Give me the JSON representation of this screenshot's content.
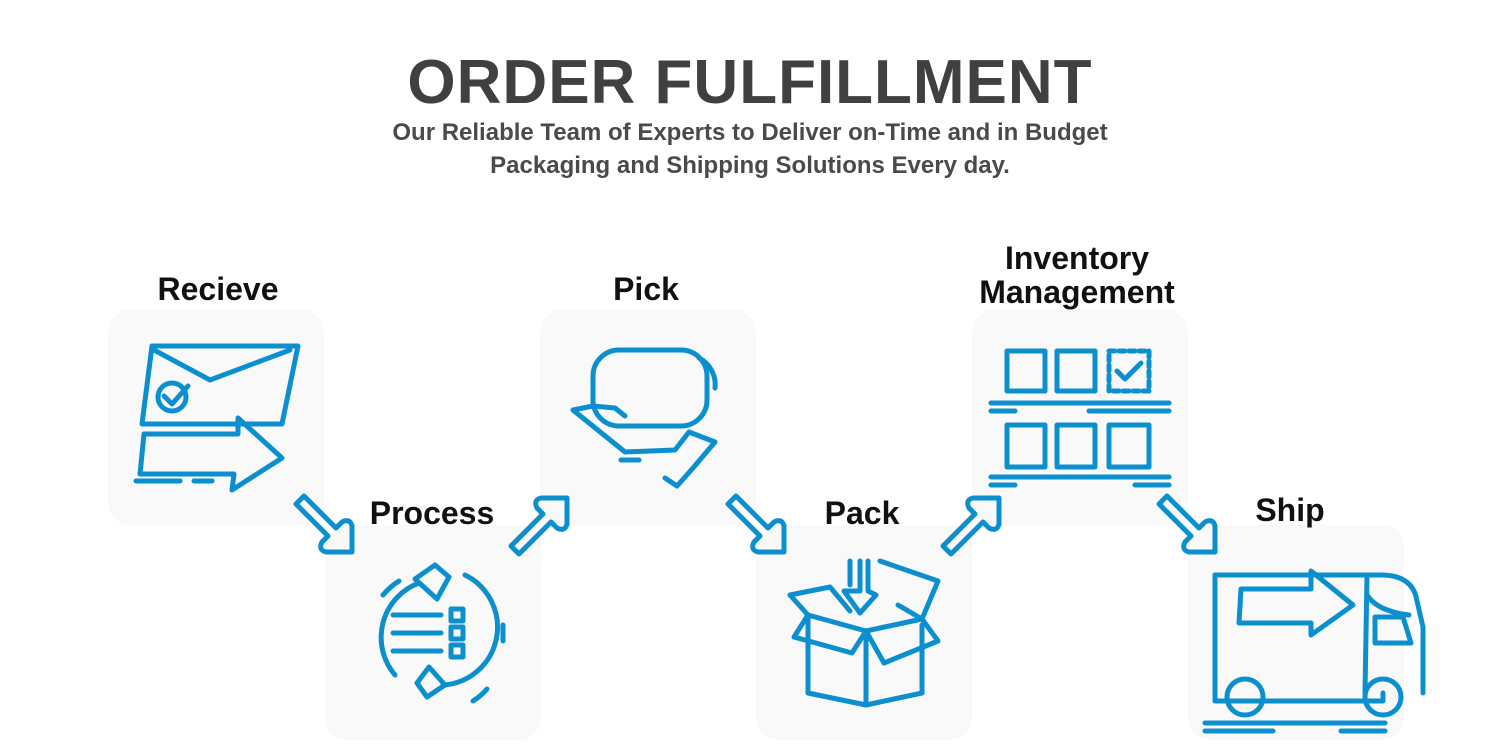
{
  "header": {
    "title": "ORDER FULFILLMENT",
    "subtitle_line1": "Our Reliable Team of Experts to Deliver on-Time and in Budget",
    "subtitle_line2": "Packaging and Shipping Solutions Every day."
  },
  "steps": [
    {
      "label": "Recieve",
      "icon": "envelope-arrow-icon"
    },
    {
      "label": "Process",
      "icon": "cycle-list-icon"
    },
    {
      "label": "Pick",
      "icon": "hand-box-icon"
    },
    {
      "label": "Pack",
      "icon": "open-box-icon"
    },
    {
      "label": "Inventory Management",
      "icon": "shelf-boxes-icon"
    },
    {
      "label": "Ship",
      "icon": "delivery-truck-icon"
    }
  ],
  "colors": {
    "accent": "#0b8fce",
    "card": "#f9f9f9",
    "title": "#404040"
  }
}
